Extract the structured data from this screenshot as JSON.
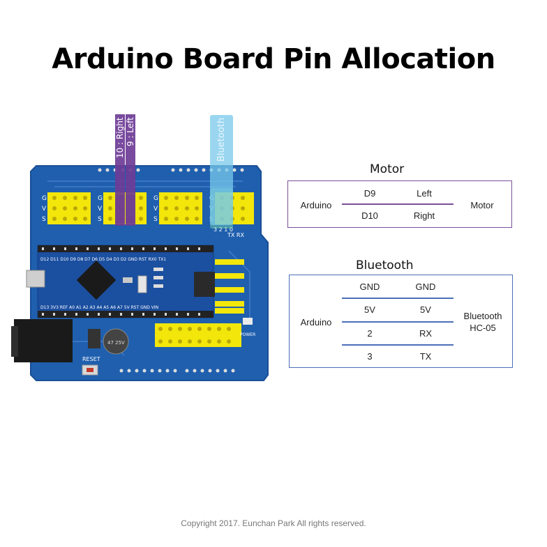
{
  "title": "Arduino Board Pin Allocation",
  "board": {
    "tags": {
      "right": "10 : Right",
      "left": "9 : Left",
      "bluetooth": "Bluetooth"
    },
    "labels": {
      "reset": "RESET",
      "power": "POWER",
      "cap": "47 25V",
      "gvs": [
        "G",
        "V",
        "S"
      ],
      "row_bottom": "D13 3V3 REF A0 A1 A2 A3 A4 A5 A6 A7 5V RST GND VIN",
      "row_top": "D12 D11 D10 D9 D8 D7 D6 D5 D4 D3 D2 GND RST RX0 TX1"
    },
    "colors": {
      "board": "#1f5fae",
      "pin_yellow": "#f2e60b",
      "tag_purple": "#6e3c96",
      "tag_blue": "#78c8eb"
    }
  },
  "motor": {
    "title": "Motor",
    "left_label": "Arduino",
    "right_label": "Motor",
    "rows": [
      {
        "arduino": "D9",
        "device": "Left"
      },
      {
        "arduino": "D10",
        "device": "Right"
      }
    ]
  },
  "bluetooth": {
    "title": "Bluetooth",
    "left_label": "Arduino",
    "right_label_1": "Bluetooth",
    "right_label_2": "HC-05",
    "rows": [
      {
        "arduino": "GND",
        "device": "GND"
      },
      {
        "arduino": "5V",
        "device": "5V"
      },
      {
        "arduino": "2",
        "device": "RX"
      },
      {
        "arduino": "3",
        "device": "TX"
      }
    ]
  },
  "copyright": "Copyright 2017. Eunchan Park All rights reserved."
}
